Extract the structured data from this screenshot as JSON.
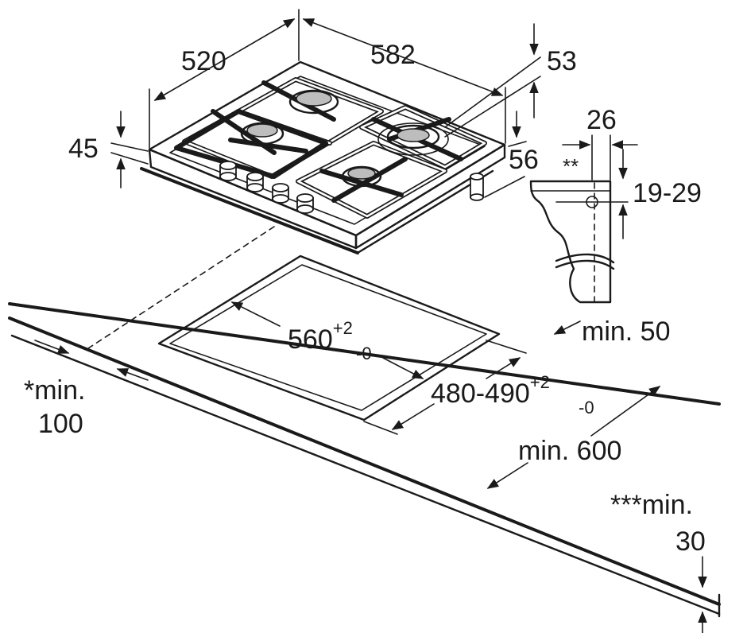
{
  "dimensions": {
    "d520": "520",
    "d582": "582",
    "d53": "53",
    "d45": "45",
    "d56": "56",
    "d26": "26",
    "d_star2": "**",
    "d19_29": "19-29",
    "d560_base": "560",
    "d560_sup": "+2",
    "d560_sub": "-0",
    "d480_base": "480-490",
    "d480_sup": "+2",
    "d480_sub": "-0",
    "min50": "min. 50",
    "min100_a": "*min.",
    "min100_b": "100",
    "min600": "min. 600",
    "min30_a": "***min.",
    "min30_b": "30"
  }
}
